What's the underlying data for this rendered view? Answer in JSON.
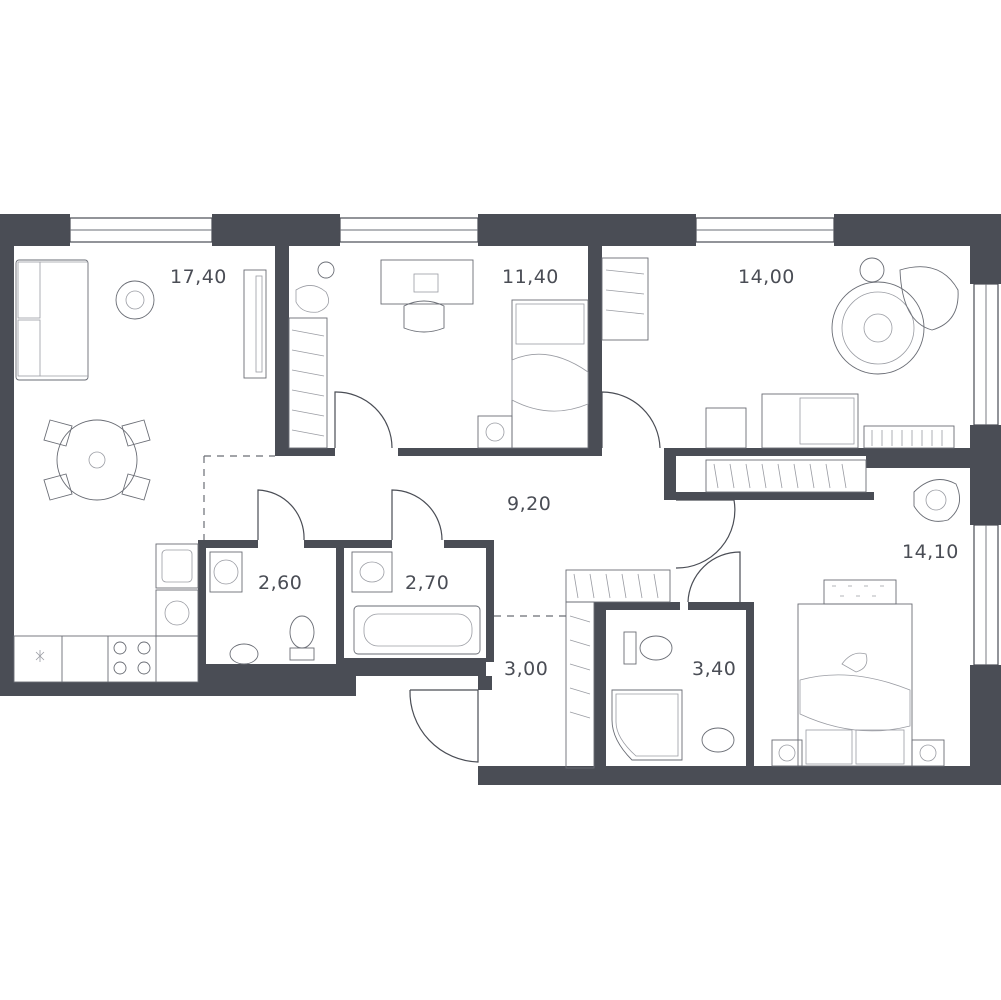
{
  "plan": {
    "rooms": [
      {
        "id": "living",
        "area": "17,40"
      },
      {
        "id": "bedroom-1",
        "area": "11,40"
      },
      {
        "id": "bedroom-2",
        "area": "14,00"
      },
      {
        "id": "bedroom-3",
        "area": "14,10"
      },
      {
        "id": "hall",
        "area": "9,20"
      },
      {
        "id": "wc",
        "area": "2,60"
      },
      {
        "id": "bathroom",
        "area": "2,70"
      },
      {
        "id": "entrance",
        "area": "3,00"
      },
      {
        "id": "shower-room",
        "area": "3,40"
      }
    ],
    "colors": {
      "wall": "#4a4d55",
      "background": "#ffffff",
      "line": "#6a6d75"
    }
  }
}
